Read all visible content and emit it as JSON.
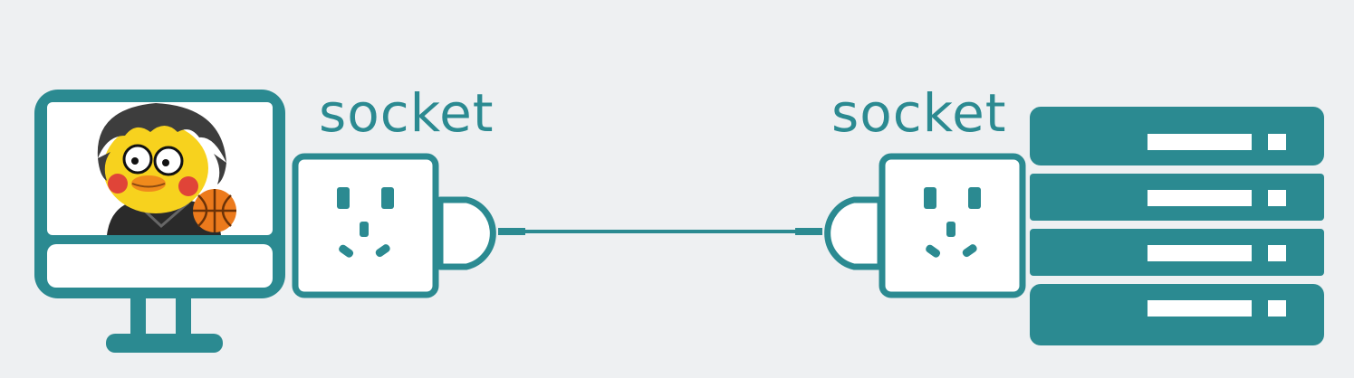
{
  "labels": {
    "left_socket": "socket",
    "right_socket": "socket"
  },
  "colors": {
    "background": "#eef0f2",
    "accent": "#2b8a91",
    "panel": "#ffffff",
    "slot": "#ffffff"
  },
  "icons": {
    "client": "monitor-icon",
    "avatar": "cartoon-duck-avatar",
    "left_socket": "power-outlet-icon",
    "right_socket": "power-outlet-icon",
    "left_plug": "plug-icon",
    "right_plug": "plug-icon",
    "connection": "cable-line",
    "server": "server-rack-icon"
  },
  "server": {
    "unit_count": 4
  }
}
